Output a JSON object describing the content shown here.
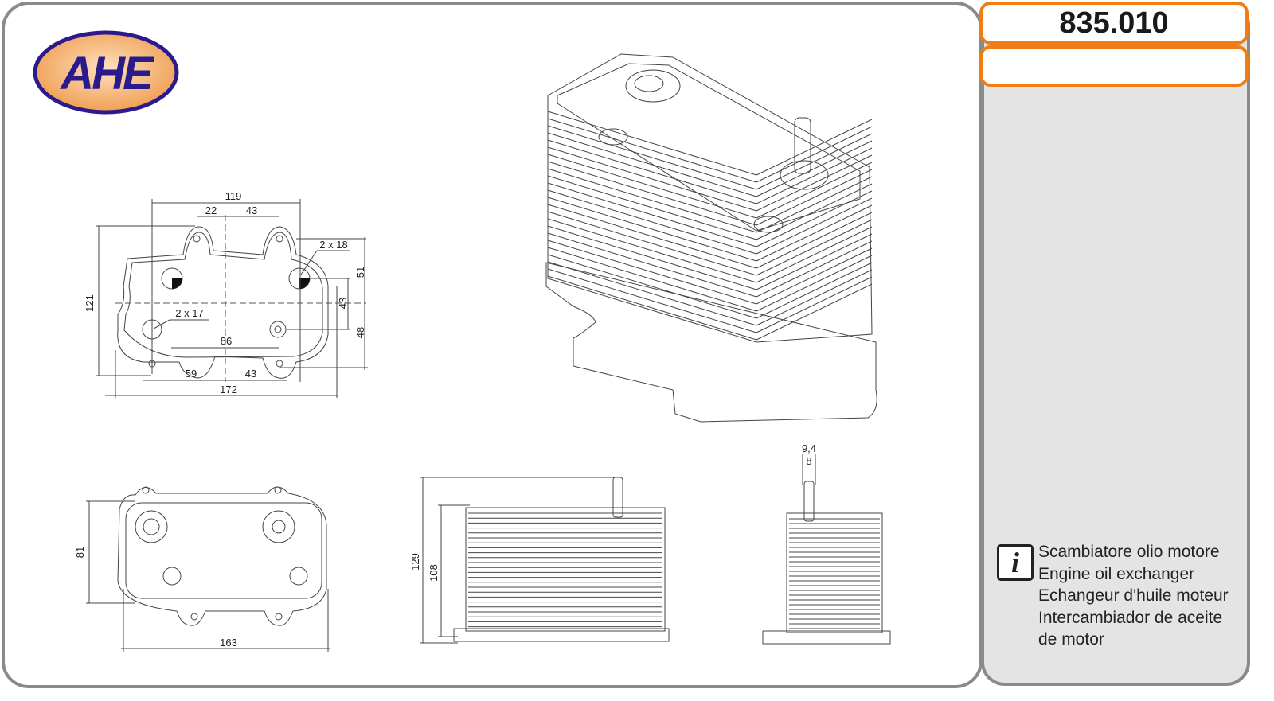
{
  "brand": {
    "logo_text": "AHE",
    "colors": {
      "logo_blue": "#2a1a8c",
      "logo_orange": "#f2a35a",
      "frame_orange": "#f07d14",
      "frame_gray": "#8a8a8a"
    }
  },
  "part": {
    "code": "835.010",
    "secondary": ""
  },
  "info": {
    "icon": "info-icon",
    "glyph": "i",
    "lines": [
      "Scambiatore olio motore",
      "Engine oil exchanger",
      "Echangeur d'huile moteur",
      "Intercambiador de aceite de motor"
    ]
  },
  "drawing_top": {
    "dims": {
      "d119": "119",
      "d22": "22",
      "d43a": "43",
      "d2x18": "2 x 18",
      "d51": "51",
      "d121": "121",
      "d43b": "43",
      "d2x17": "2 x 17",
      "d86": "86",
      "d48": "48",
      "d59": "59",
      "d43c": "43",
      "d172": "172"
    }
  },
  "drawing_bottom": {
    "dims": {
      "d81": "81",
      "d163": "163"
    }
  },
  "drawing_side": {
    "dims": {
      "d129": "129",
      "d108": "108"
    }
  },
  "drawing_end": {
    "dims": {
      "d94": "9,4",
      "d8": "8"
    }
  }
}
